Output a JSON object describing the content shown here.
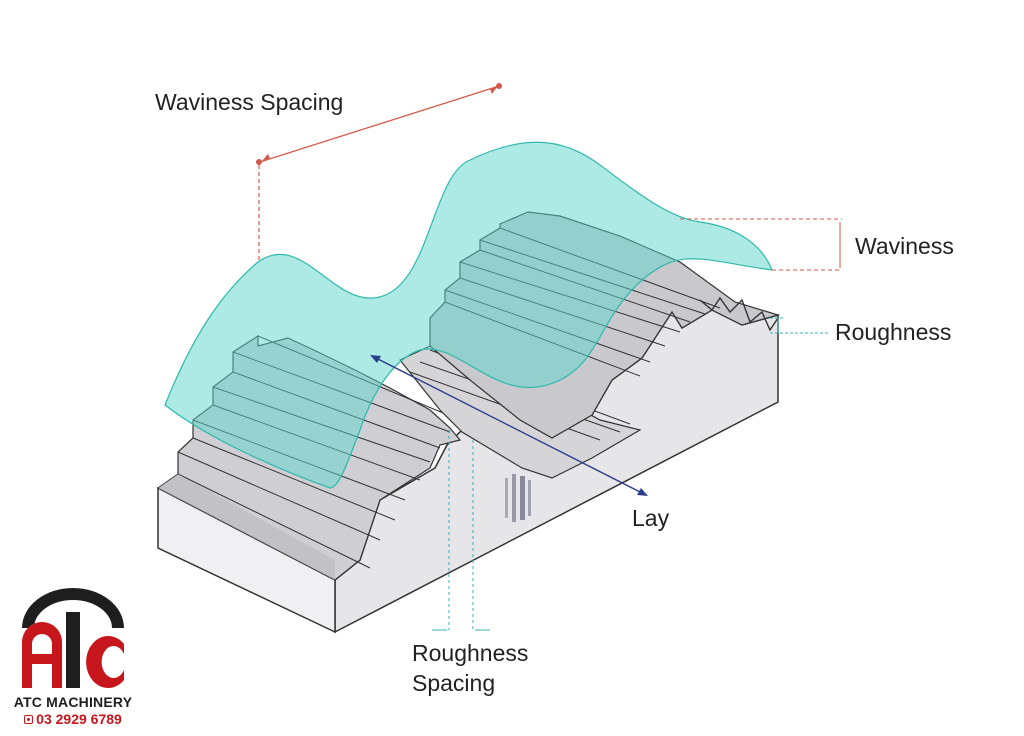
{
  "labels": {
    "waviness_spacing": "Waviness Spacing",
    "waviness": "Waviness",
    "roughness": "Roughness",
    "lay": "Lay",
    "roughness_spacing_line1": "Roughness",
    "roughness_spacing_line2": "Spacing"
  },
  "logo": {
    "brand": "ATC MACHINERY",
    "phone": "03 2929 6789"
  },
  "colors": {
    "wave_fill": "#5ed6cc",
    "spacing_line": "#d35a4a",
    "lay_arrow": "#2c3e8c",
    "block_face": "#e9e9ec",
    "brand_red": "#c8161d",
    "brand_black": "#1e1e1e"
  }
}
